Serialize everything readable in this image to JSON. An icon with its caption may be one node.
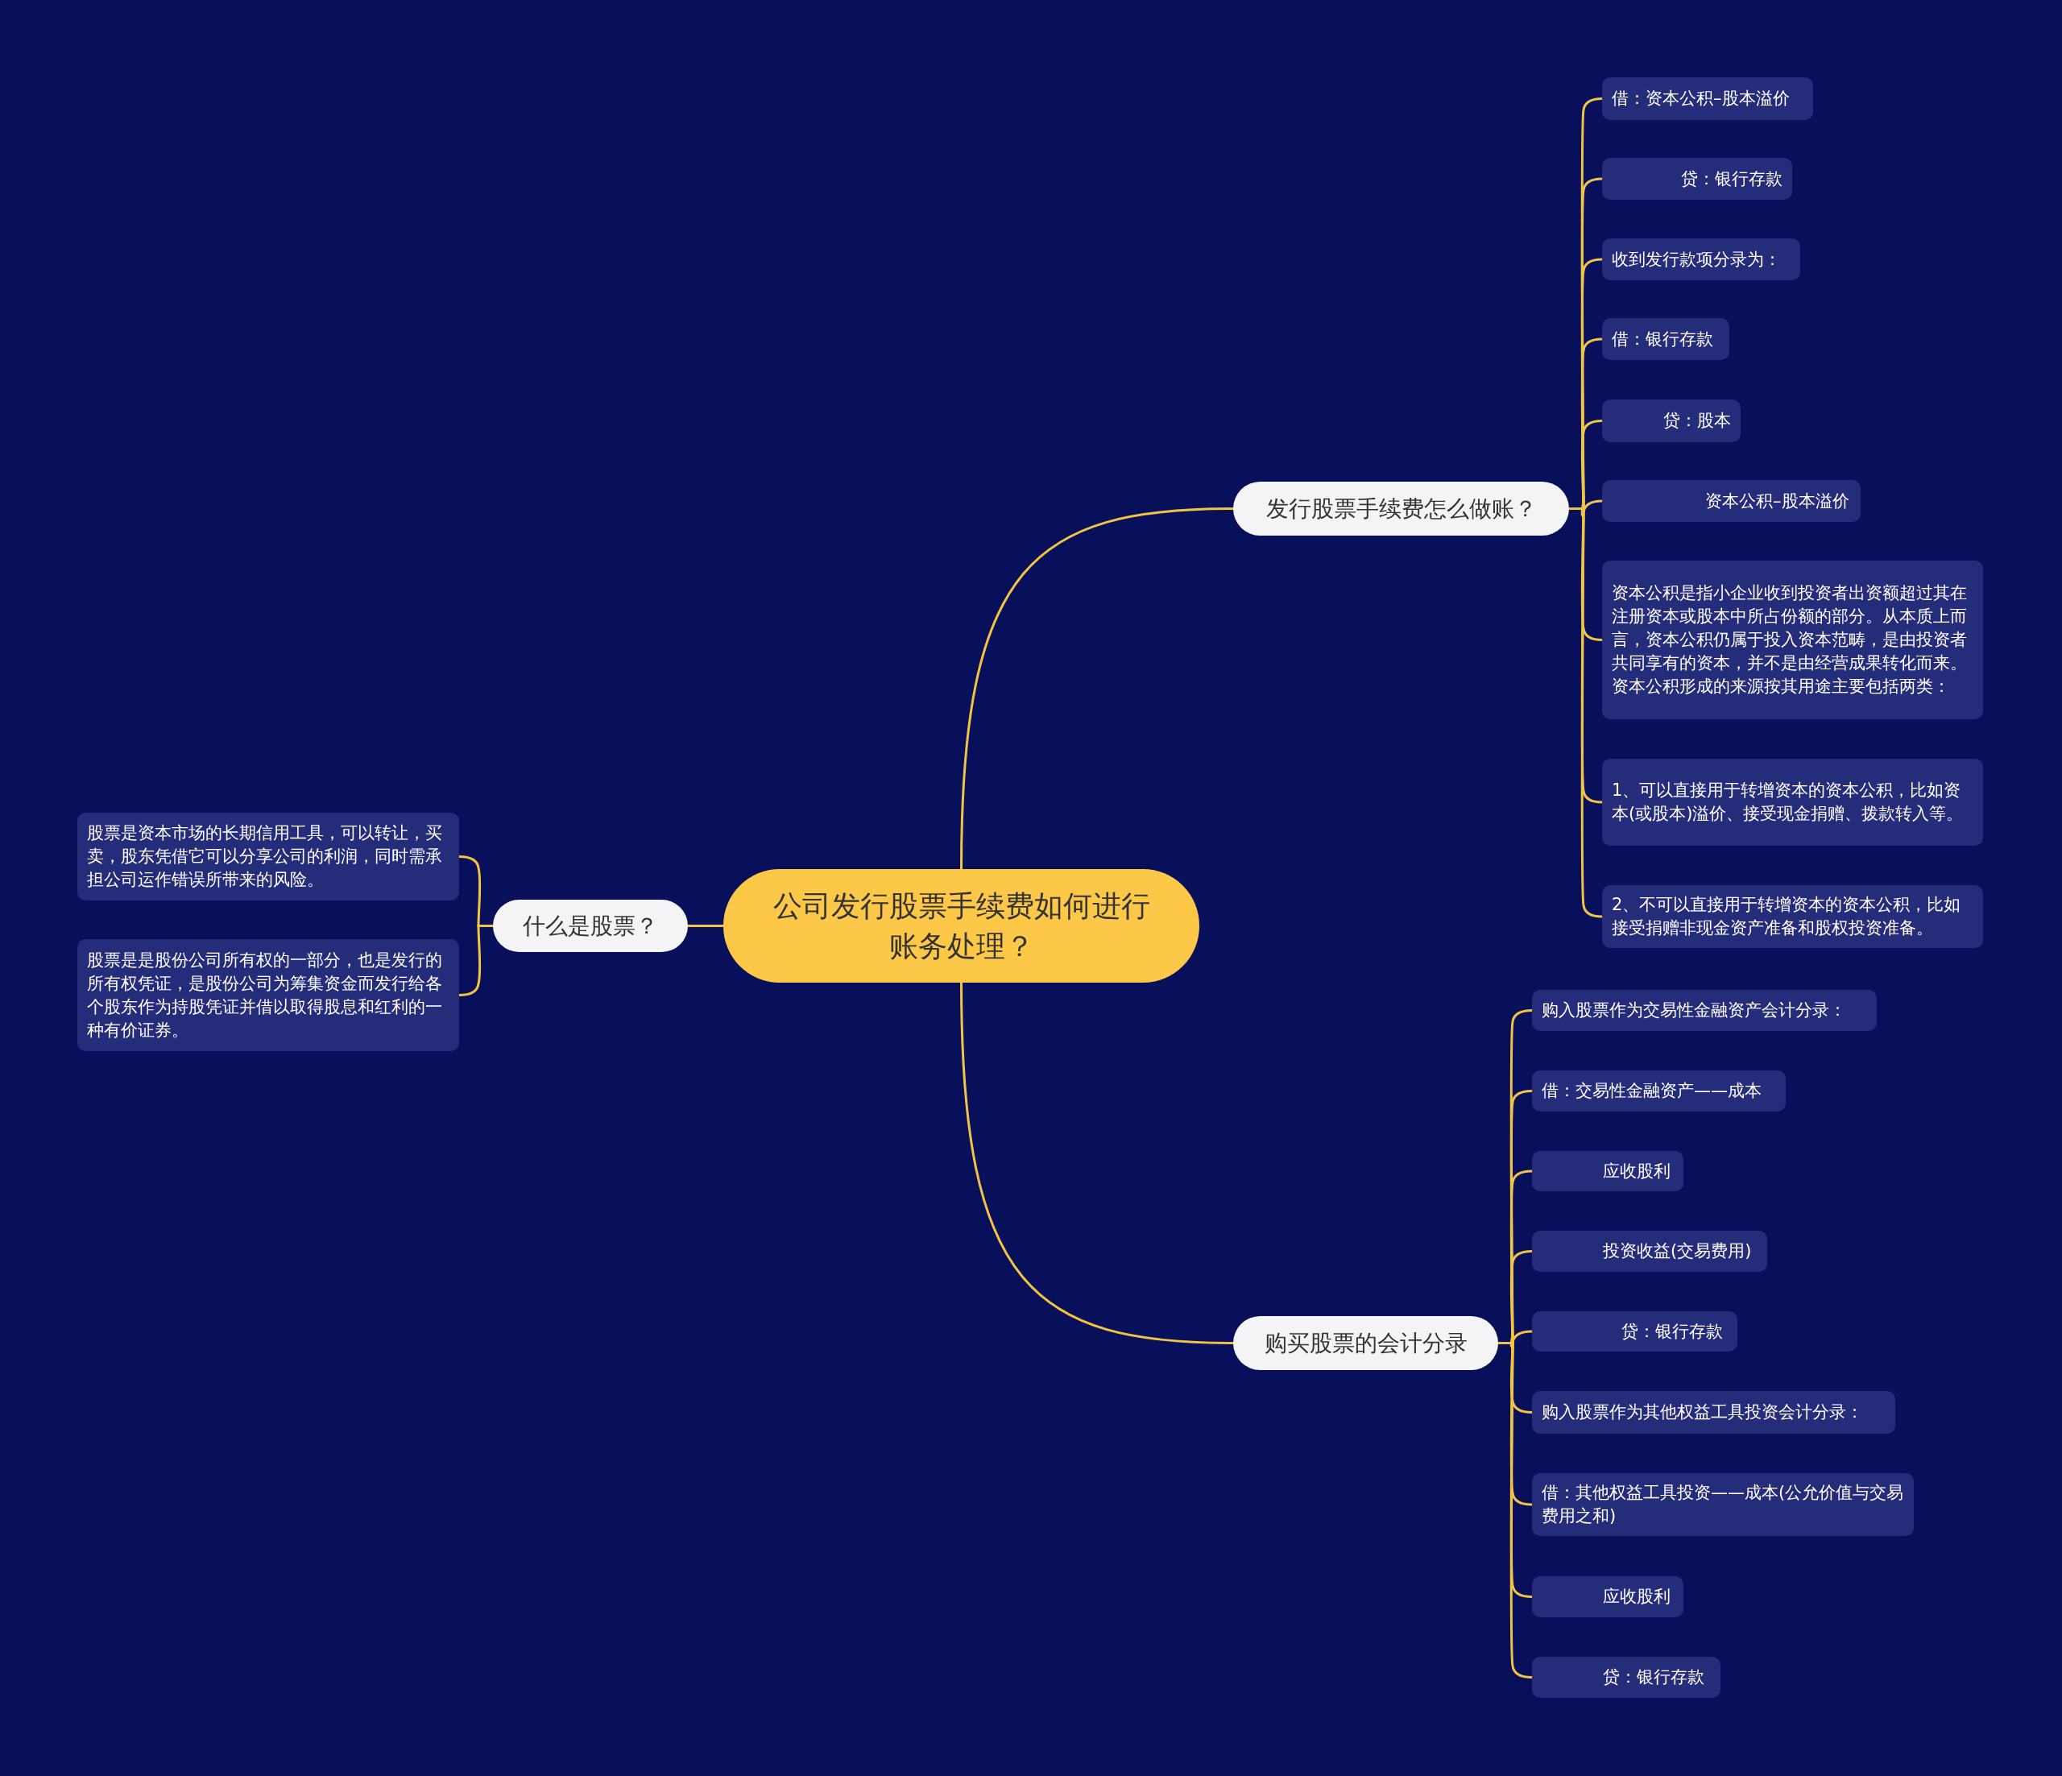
{
  "diagram": {
    "nodes": [
      {
        "text": [
          "公司发行股票手续费如何进行账务处理？"
        ]
      },
      {
        "text": [
          "发行股票手续费怎么做账？"
        ]
      },
      {
        "text": [
          "什么是股票？"
        ]
      },
      {
        "text": [
          "购买股票的会计分录"
        ]
      },
      {
        "text": [
          "借：资本公积–股本溢价"
        ]
      },
      {
        "text": [
          "贷：银行存款"
        ]
      },
      {
        "text": [
          "收到发行款项分录为："
        ]
      },
      {
        "text": [
          "借：银行存款"
        ]
      },
      {
        "text": [
          "贷：股本"
        ]
      },
      {
        "text": [
          "资本公积–股本溢价"
        ]
      },
      {
        "text": [
          "资本公积是指小企业收到投资者出资额超过其在注册资本或股本中所占份额的部分。从本质上而言，资本公积仍属于投入资本范畴，是由投资者共同享有的资本，并不是由经营成果转化而来。资本公积形成的来源按其用途主要包括两类："
        ]
      },
      {
        "text": [
          "1、可以直接用于转增资本的资本公积，比如资本(或股本)溢价、接受现金捐赠、拨款转入等。"
        ]
      },
      {
        "text": [
          "2、不可以直接用于转增资本的资本公积，比如接受捐赠非现金资产准备和股权投资准备。"
        ]
      },
      {
        "text": [
          "股票是资本市场的长期信用工具，可以转让，买卖，股东凭借它可以分享公司的利润，同时需承担公司运作错误所带来的风险。"
        ]
      },
      {
        "text": [
          "股票是是股份公司所有权的一部分，也是发行的所有权凭证，是股份公司为筹集资金而发行给各个股东作为持股凭证并借以取得股息和红利的一种有价证券。"
        ]
      },
      {
        "text": [
          "购入股票作为交易性金融资产会计分录："
        ]
      },
      {
        "text": [
          "借：交易性金融资产——成本"
        ]
      },
      {
        "text": [
          "应收股利"
        ]
      },
      {
        "text": [
          "投资收益(交易费用)"
        ]
      },
      {
        "text": [
          "贷：银行存款"
        ]
      },
      {
        "text": [
          "购入股票作为其他权益工具投资会计分录："
        ]
      },
      {
        "text": [
          "借：其他权益工具投资——成本(公允价值与交易费用之和)"
        ]
      },
      {
        "text": [
          "应收股利"
        ]
      },
      {
        "text": [
          "贷：银行存款"
        ]
      }
    ],
    "edges": [
      {
        "from": 0,
        "to": 1,
        "arrow": "none"
      },
      {
        "from": 0,
        "to": 2,
        "arrow": "none"
      },
      {
        "from": 0,
        "to": 3,
        "arrow": "none"
      },
      {
        "from": 1,
        "to": 4,
        "arrow": "none"
      },
      {
        "from": 1,
        "to": 5,
        "arrow": "none"
      },
      {
        "from": 1,
        "to": 6,
        "arrow": "none"
      },
      {
        "from": 1,
        "to": 7,
        "arrow": "none"
      },
      {
        "from": 1,
        "to": 8,
        "arrow": "none"
      },
      {
        "from": 1,
        "to": 9,
        "arrow": "none"
      },
      {
        "from": 1,
        "to": 10,
        "arrow": "none"
      },
      {
        "from": 1,
        "to": 11,
        "arrow": "none"
      },
      {
        "from": 1,
        "to": 12,
        "arrow": "none"
      },
      {
        "from": 2,
        "to": 13,
        "arrow": "none"
      },
      {
        "from": 2,
        "to": 14,
        "arrow": "none"
      },
      {
        "from": 3,
        "to": 15,
        "arrow": "none"
      },
      {
        "from": 3,
        "to": 16,
        "arrow": "none"
      },
      {
        "from": 3,
        "to": 17,
        "arrow": "none"
      },
      {
        "from": 3,
        "to": 18,
        "arrow": "none"
      },
      {
        "from": 3,
        "to": 19,
        "arrow": "none"
      },
      {
        "from": 3,
        "to": 20,
        "arrow": "none"
      },
      {
        "from": 3,
        "to": 21,
        "arrow": "none"
      },
      {
        "from": 3,
        "to": 22,
        "arrow": "none"
      },
      {
        "from": 3,
        "to": 23,
        "arrow": "none"
      }
    ]
  }
}
